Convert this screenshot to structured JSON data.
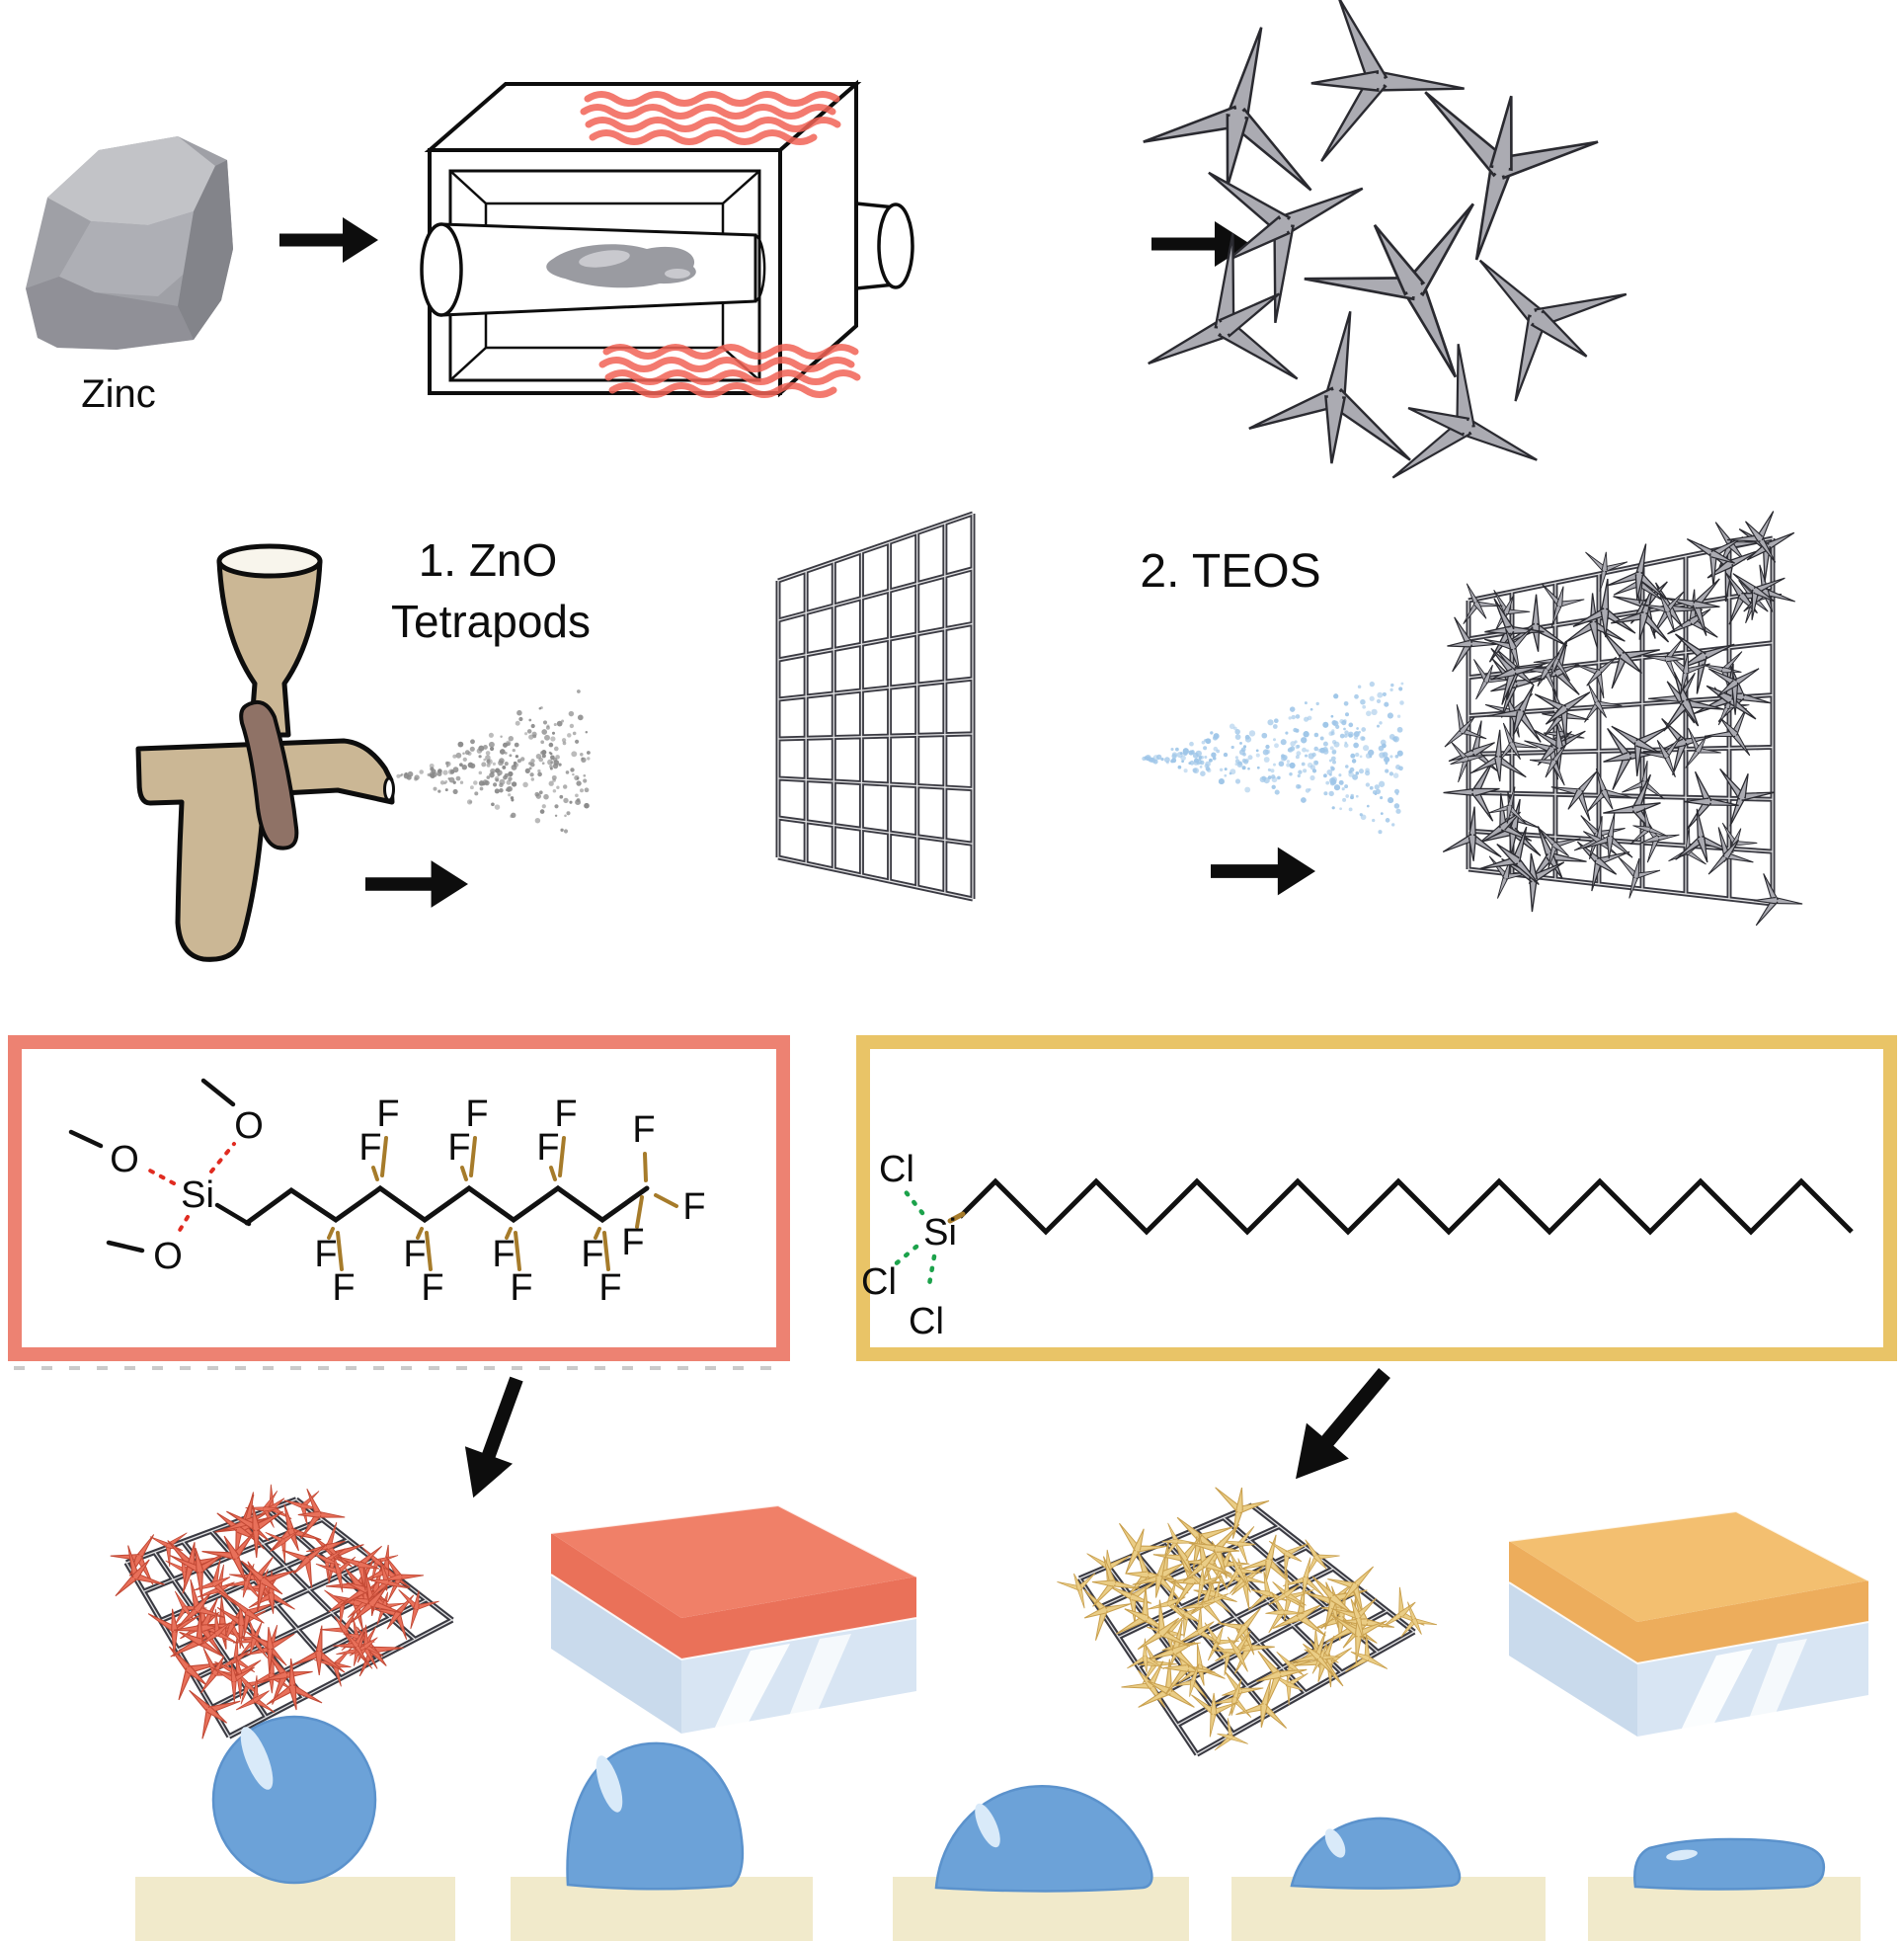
{
  "labels": {
    "zinc": "Zinc",
    "step1_line1": "1. ZnO",
    "step1_line2": "Tetrapods",
    "step2": "2. TEOS"
  },
  "molecules": {
    "fluorosilane": {
      "si": "Si",
      "o": "O",
      "f": "F",
      "f_count": 17,
      "methoxy_count": 3,
      "frame_color": "#ED8272"
    },
    "chlorosilane": {
      "si": "Si",
      "cl": "Cl",
      "cl_count": 3,
      "chain_carbons": 18,
      "frame_color": "#E9C467"
    }
  },
  "droplets": {
    "count": 5,
    "shapes": [
      "near-spherical",
      "high dome",
      "dome",
      "low dome",
      "flat film"
    ]
  },
  "colors": {
    "background": "#ffffff",
    "ink": "#0d0d0d",
    "arrow": "#0d0d0d",
    "rock_base": "#9FA0A6",
    "rock_light": "#C2C3C7",
    "rock_mid": "#AEAFB5",
    "rock_dark": "#83848A",
    "heater_red": "#F26356",
    "metal_gray": "#9A9BA1",
    "metal_light": "#C9C9CE",
    "tetrapod_gray": "#ABABB2",
    "tetrapod_gray_stroke": "#2A2A30",
    "mesh_wire": "#3A3A42",
    "spray_gray": "#8A8A8A",
    "spray_blue": "#9FC6E8",
    "airbrush_body": "#CBB795",
    "airbrush_cup_top": "#F8F5EC",
    "airbrush_trigger": "#8F7266",
    "bond_black": "#111111",
    "atom_o_red": "#E02B20",
    "atom_f_gold": "#A67B2A",
    "atom_cl_green": "#1CA24B",
    "atom_si_gold": "#A67B2A",
    "coating_red": "#F08068",
    "coating_red_side": "#EA7159",
    "tetrapod_red": "#E8705A",
    "tetrapod_red_stroke": "#C24834",
    "coating_yellow": "#F3BF70",
    "coating_yellow_side": "#EDAD5C",
    "tetrapod_gold": "#EACD86",
    "tetrapod_gold_stroke": "#C9A04E",
    "glass_blue": "#D8E5F3",
    "glass_blue_side": "#C9DAEC",
    "droplet_blue": "#6CA2D8",
    "droplet_edge": "#5B92CC",
    "droplet_highlight": "#D9EAF9",
    "surface_cream": "#F1EACB"
  }
}
